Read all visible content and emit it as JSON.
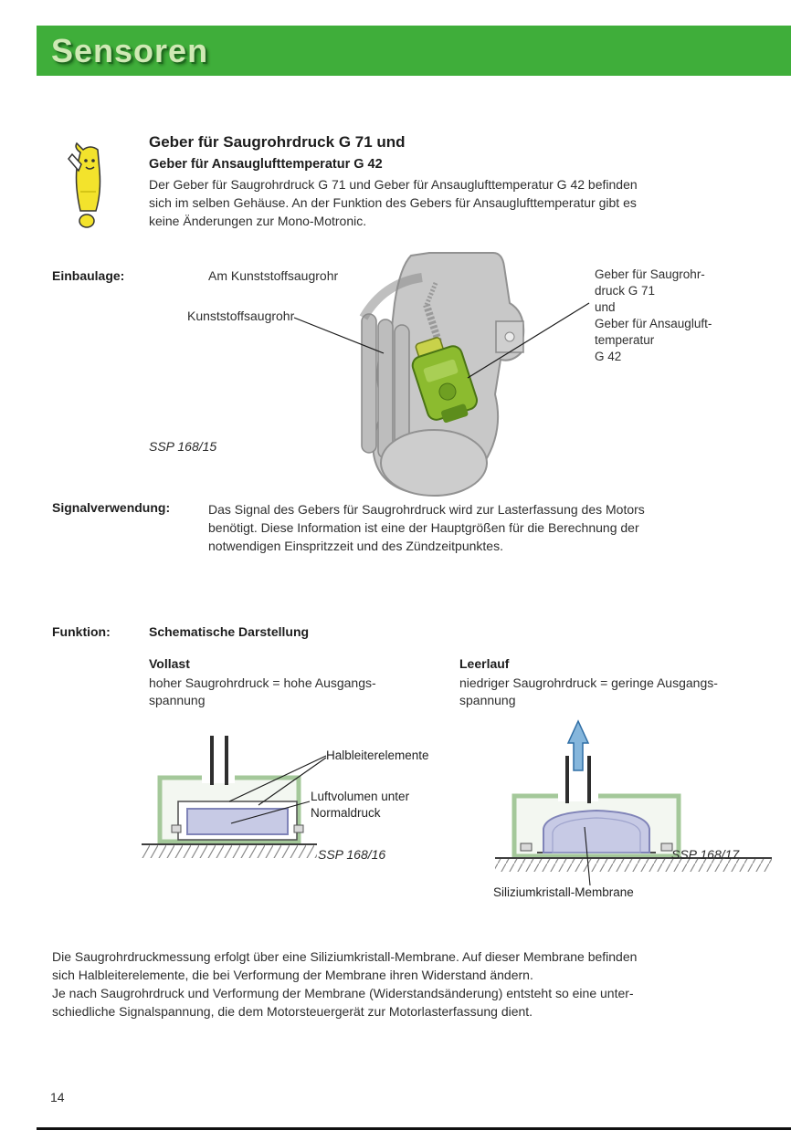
{
  "header": {
    "title": "Sensoren"
  },
  "intro": {
    "title_line1": "Geber für Saugrohrdruck G 71 und",
    "title_line2": "Geber für Ansauglufttemperatur G 42",
    "body": "Der Geber für Saugrohrdruck G 71 und Geber für Ansauglufttemperatur G 42 befinden\nsich im selben Gehäuse. An der Funktion des Gebers für Ansauglufttemperatur gibt es\nkeine Änderungen zur Mono-Motronic."
  },
  "einbaulage": {
    "label": "Einbaulage:",
    "value": "Am Kunststoffsaugrohr",
    "callout_left": "Kunststoffsaugrohr",
    "callout_right": "Geber für Saugrohr-\ndruck G 71\nund\nGeber für Ansaugluft-\ntemperatur\nG 42",
    "figure_caption": "SSP 168/15"
  },
  "signalverwendung": {
    "label": "Signalverwendung:",
    "body": "Das Signal des Gebers für Saugrohrdruck wird zur Lasterfassung des Motors\nbenötigt. Diese Information ist eine der Hauptgrößen für die Berechnung der\nnotwendigen Einspritzzeit und des Zündzeitpunktes."
  },
  "funktion": {
    "label": "Funktion:",
    "subtitle": "Schematische Darstellung",
    "vollast": {
      "title": "Vollast",
      "desc": "hoher Saugrohrdruck = hohe Ausgangs-\nspannung"
    },
    "leerlauf": {
      "title": "Leerlauf",
      "desc": "niedriger Saugrohrdruck = geringe Ausgangs-\nspannung"
    },
    "labels": {
      "halbleiter": "Halbleiterelemente",
      "luftvolumen": "Luftvolumen unter\nNormaldruck",
      "membrane": "Siliziumkristall-Membrane"
    },
    "fig16_caption": "SSP 168/16",
    "fig17_caption": "SSP 168/17"
  },
  "summary": {
    "body": "Die Saugrohrdruckmessung erfolgt über eine Siliziumkristall-Membrane. Auf dieser Membrane befinden\nsich Halbleiterelemente, die bei Verformung der Membrane ihren Widerstand ändern.\nJe nach Saugrohrdruck und Verformung der Membrane (Widerstandsänderung) entsteht so eine unter-\nschiedliche Signalspannung, die dem Motorsteuergerät zur Motorlasterfassung dient."
  },
  "footer": {
    "page_number": "14"
  },
  "colors": {
    "header_green": "#3fae3a",
    "sensor_green": "#8cbb2f",
    "diagram_green": "#a4c89a",
    "membrane_lavender": "#c7cae5",
    "arrow_blue": "#85b6dc"
  }
}
